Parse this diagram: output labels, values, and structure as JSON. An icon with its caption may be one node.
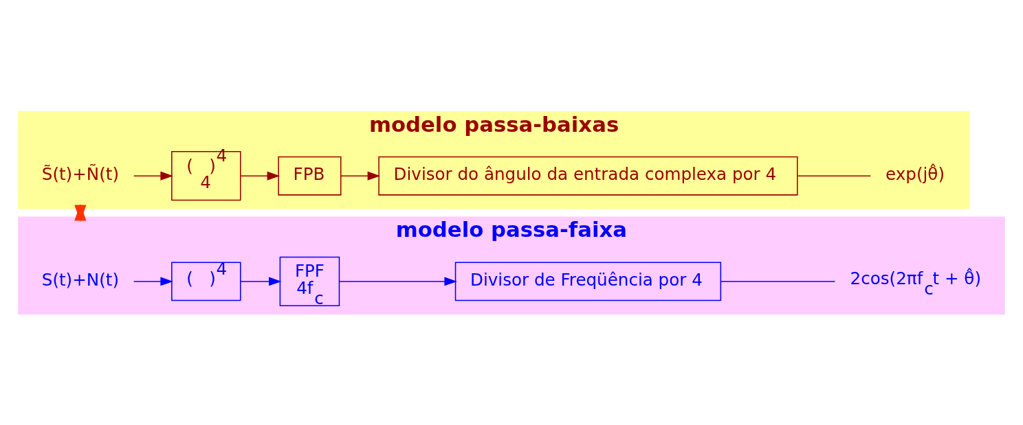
{
  "diagram": {
    "nodes": [
      {
        "text": [
          "modelo passa-faixa"
        ]
      },
      {
        "text": [
          "S(t)+N(t)"
        ],
        "in": 0
      },
      {
        "text": [
          "(   )$^{4}$"
        ],
        "in": 0
      },
      {
        "text": [
          "FPF",
          "4f$_{c}$"
        ],
        "in": 0
      },
      {
        "text": [
          "Divisor de Freqüência por 4"
        ],
        "in": 0
      },
      {
        "text": [
          "2cos(2πf$_{c}$t + θ̂)"
        ],
        "in": 0
      },
      {
        "text": [
          "modelo passa-baixas"
        ]
      },
      {
        "text": [
          "S̃(t)+Ñ(t)"
        ],
        "in": 6
      },
      {
        "text": [
          "(   )$^{4}$",
          "4"
        ],
        "in": 6
      },
      {
        "text": [
          "FPB"
        ],
        "in": 6
      },
      {
        "text": [
          "Divisor do ângulo da entrada complexa por 4"
        ],
        "in": 6
      },
      {
        "text": [
          "exp(jθ̂)"
        ],
        "in": 6
      }
    ],
    "edges": [
      {
        "from": 1,
        "to": 2,
        "arrow": "to",
        "color": "#0000ff"
      },
      {
        "from": 2,
        "to": 3,
        "arrow": "to",
        "color": "#0000ff"
      },
      {
        "from": 3,
        "to": 4,
        "arrow": "to",
        "color": "#0000ff"
      },
      {
        "from": 4,
        "to": 5,
        "arrow": "none",
        "color": "#0000ff"
      },
      {
        "from": 0,
        "to": 6,
        "arrow": "both",
        "style": "thick",
        "color": "#ff3300"
      },
      {
        "from": 7,
        "to": 8,
        "arrow": "to",
        "color": "#990000"
      },
      {
        "from": 8,
        "to": 9,
        "arrow": "to",
        "color": "#990000"
      },
      {
        "from": 9,
        "to": 10,
        "arrow": "to",
        "color": "#990000"
      },
      {
        "from": 10,
        "to": 11,
        "arrow": "none",
        "color": "#990000"
      }
    ]
  }
}
